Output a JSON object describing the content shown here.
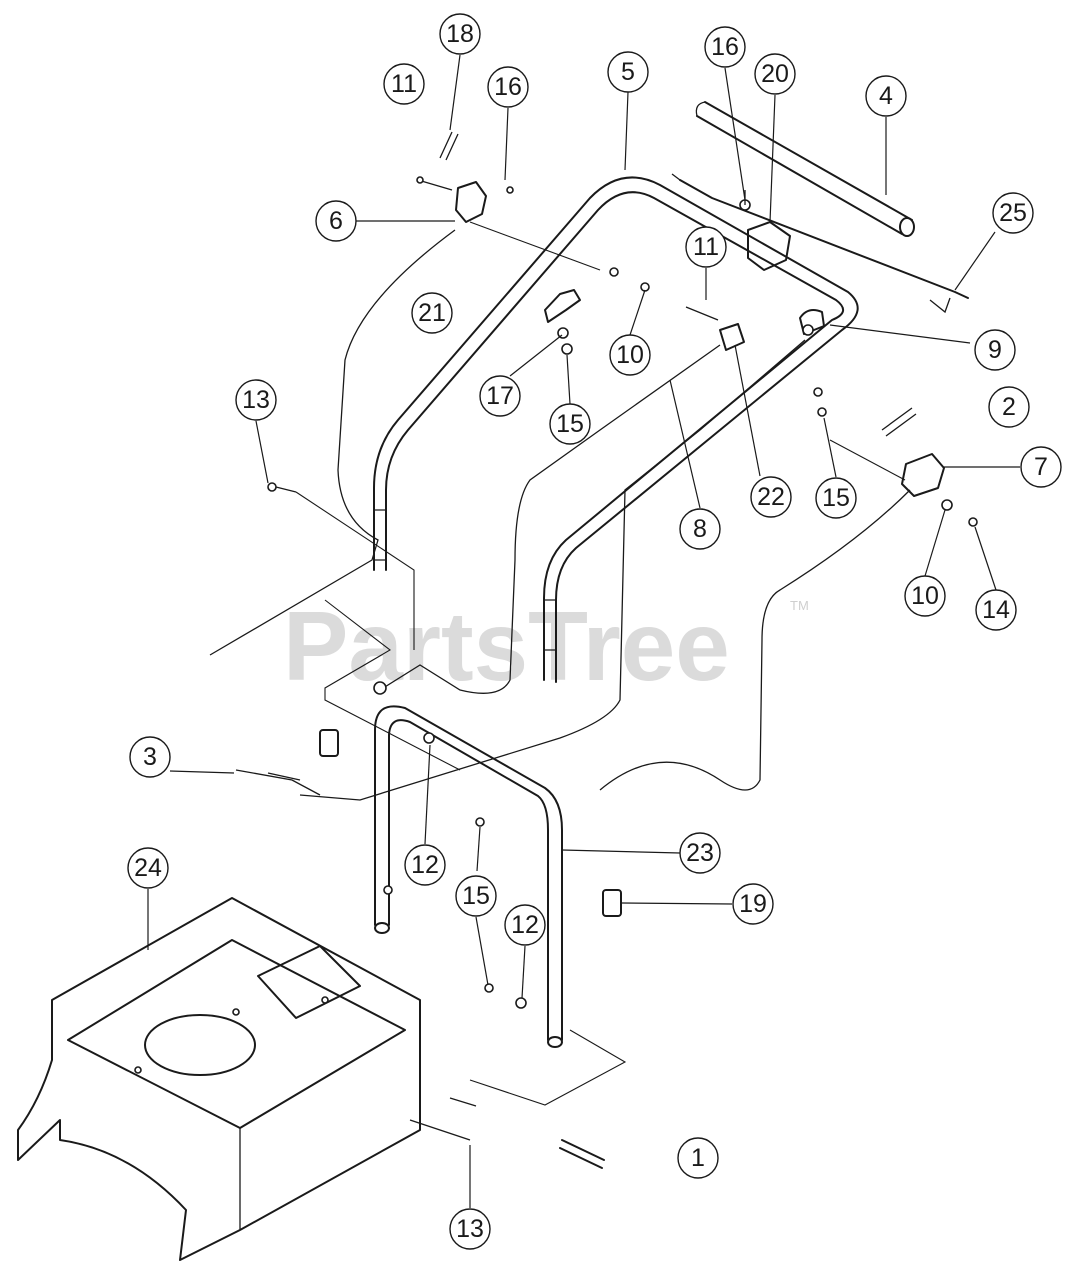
{
  "watermark": {
    "text": "PartsTree",
    "trademark": "TM"
  },
  "callouts": [
    {
      "label": "18"
    },
    {
      "label": "11"
    },
    {
      "label": "16"
    },
    {
      "label": "5"
    },
    {
      "label": "16"
    },
    {
      "label": "20"
    },
    {
      "label": "4"
    },
    {
      "label": "25"
    },
    {
      "label": "6"
    },
    {
      "label": "11"
    },
    {
      "label": "21"
    },
    {
      "label": "10"
    },
    {
      "label": "9"
    },
    {
      "label": "13"
    },
    {
      "label": "17"
    },
    {
      "label": "15"
    },
    {
      "label": "2"
    },
    {
      "label": "7"
    },
    {
      "label": "22"
    },
    {
      "label": "15"
    },
    {
      "label": "8"
    },
    {
      "label": "10"
    },
    {
      "label": "14"
    },
    {
      "label": "3"
    },
    {
      "label": "23"
    },
    {
      "label": "12"
    },
    {
      "label": "24"
    },
    {
      "label": "15"
    },
    {
      "label": "19"
    },
    {
      "label": "12"
    },
    {
      "label": "1"
    },
    {
      "label": "13"
    }
  ]
}
